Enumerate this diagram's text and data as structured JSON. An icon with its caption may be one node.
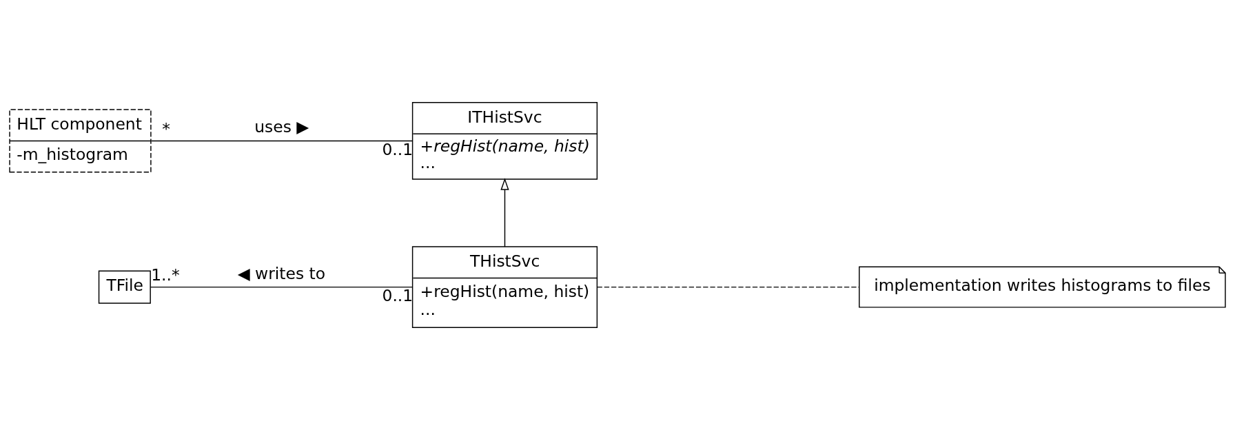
{
  "diagram": {
    "nodes": [
      {
        "text": [
          "HLT component",
          "-m_histogram"
        ]
      },
      {
        "text": [
          "ITHistSvc",
          "+regHist(name, hist)",
          "..."
        ]
      },
      {
        "text": [
          "THistSvc",
          "+regHist(name, hist)",
          "..."
        ]
      },
      {
        "text": [
          "TFile"
        ]
      },
      {
        "text": [
          "implementation writes histograms to files"
        ]
      }
    ],
    "edges": [
      {
        "from": 0,
        "to": 1,
        "arrow": "none",
        "label": "uses ▶"
      },
      {
        "from": 2,
        "to": 1,
        "arrow": "to"
      },
      {
        "from": 2,
        "to": 3,
        "arrow": "none",
        "label": "◀ writes to"
      },
      {
        "from": 4,
        "to": 2,
        "arrow": "none",
        "style": "dashed"
      }
    ],
    "labels": [
      "*",
      "0..1",
      "1..*",
      "0..1"
    ]
  }
}
